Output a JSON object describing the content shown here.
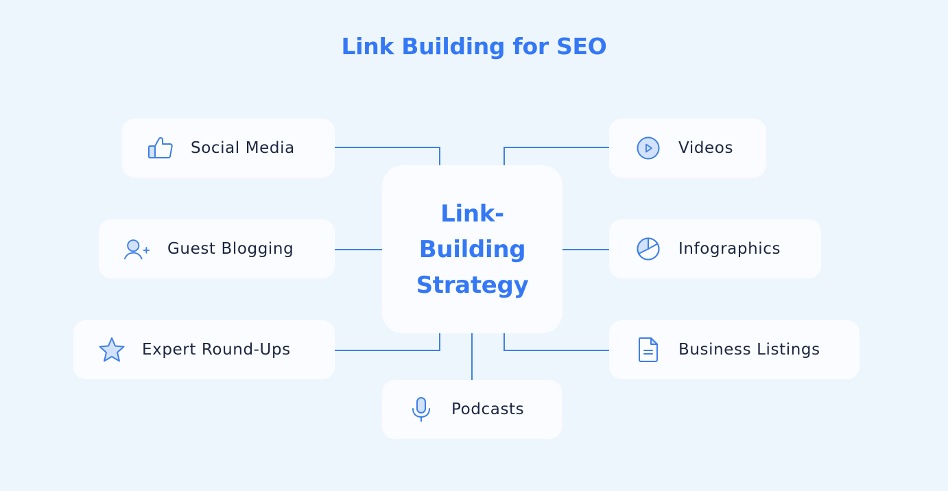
{
  "title": "Link Building for SEO",
  "center": {
    "line1": "Link-",
    "line2": "Building",
    "line3": "Strategy"
  },
  "nodes": {
    "social_media": {
      "label": "Social Media",
      "icon": "thumbs-up-icon"
    },
    "guest_blogging": {
      "label": "Guest Blogging",
      "icon": "user-plus-icon"
    },
    "expert_roundups": {
      "label": "Expert Round-Ups",
      "icon": "star-icon"
    },
    "videos": {
      "label": "Videos",
      "icon": "play-circle-icon"
    },
    "infographics": {
      "label": "Infographics",
      "icon": "pie-chart-icon"
    },
    "business_listings": {
      "label": "Business Listings",
      "icon": "document-icon"
    },
    "podcasts": {
      "label": "Podcasts",
      "icon": "microphone-icon"
    }
  },
  "colors": {
    "background": "#eef6fd",
    "card": "#fafcff",
    "accent": "#3478f6",
    "connector": "#3d7fe8",
    "icon_fill": "#d3e2fb",
    "text": "#1c2540"
  }
}
